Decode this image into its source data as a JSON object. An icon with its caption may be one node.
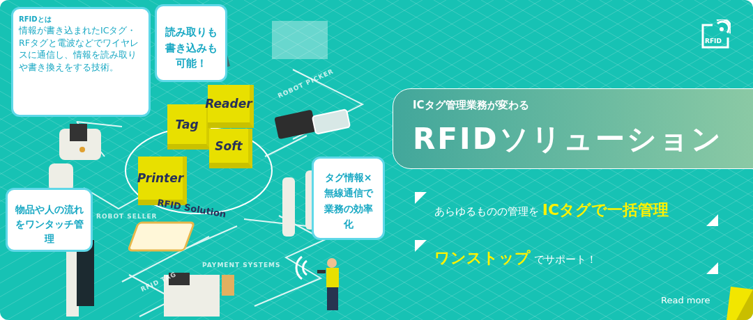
{
  "diagram": {
    "nodes": [
      {
        "text": [
          "RFIDとは",
          "情報が書き込まれたICタグ・RFタグと電波などでワイヤレスに通信し、情報を読み取りや書き換えをする技術。"
        ]
      },
      {
        "text": [
          "読み取りも書き込みも可能！"
        ]
      },
      {
        "text": [
          "Tag"
        ]
      },
      {
        "text": [
          "Reader"
        ]
      },
      {
        "text": [
          "Soft"
        ]
      },
      {
        "text": [
          "Printer"
        ]
      },
      {
        "text": [
          "物品や人の流れをワンタッチ管理"
        ]
      },
      {
        "text": [
          "タグ情報×無線通信で業務の効率化"
        ]
      },
      {
        "text": [
          "ICタグ管理業務が変わる",
          "RFIDソリューション"
        ]
      }
    ],
    "labels": [
      "RFID",
      "RFID Solution",
      "ROBOT PICKER",
      "PAYMENT SYSTEMS",
      "ROBOT SELLER",
      "RFID TAG",
      "あらゆるものの管理を **ICタグで一括管理**",
      "**ワンストップ** でサポート！",
      "Read more"
    ]
  }
}
